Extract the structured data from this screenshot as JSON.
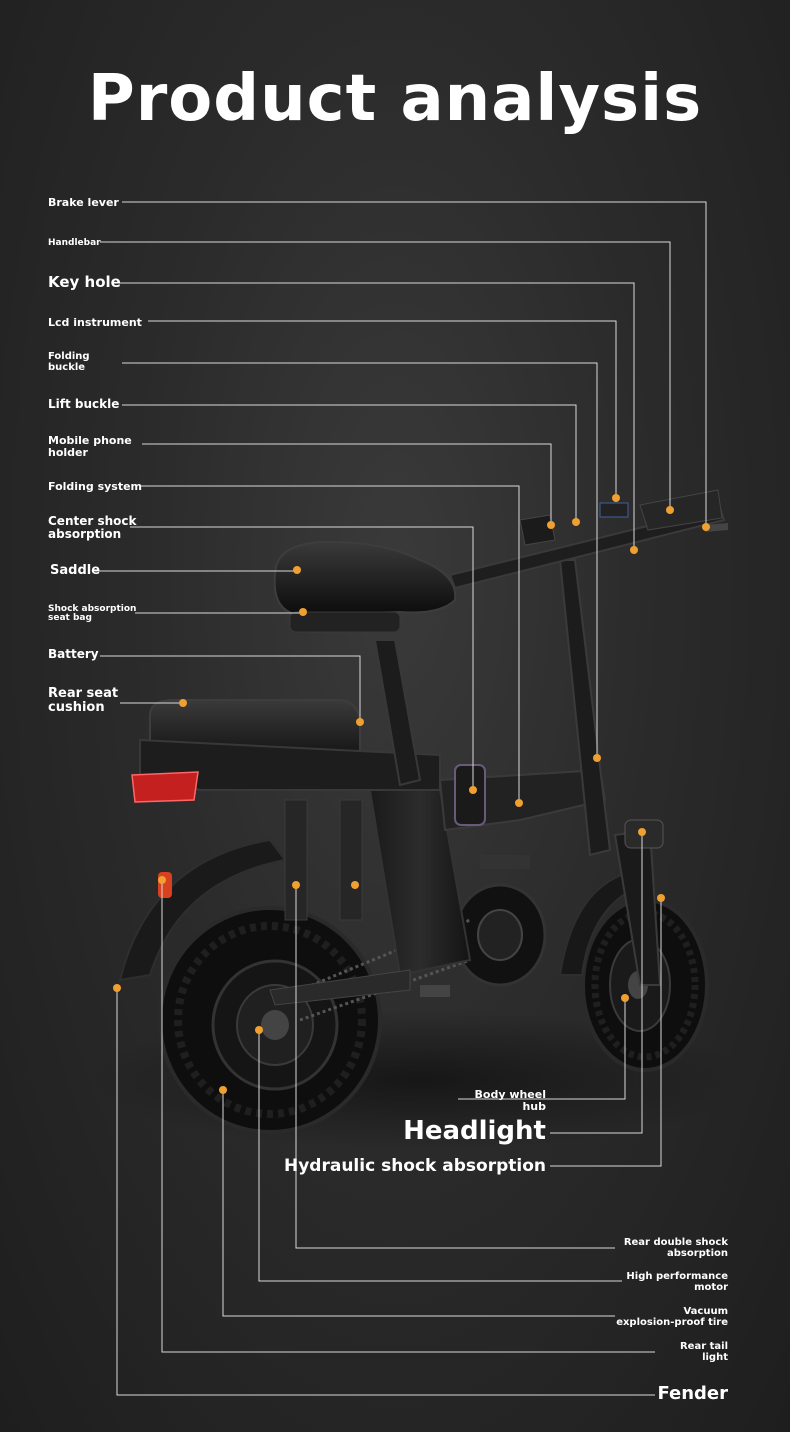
{
  "title": "Product analysis",
  "labels_left": {
    "brake_lever": "Brake lever",
    "handlebar": "Handlebar",
    "key_hole": "Key hole",
    "lcd_instrument": "Lcd instrument",
    "folding_buckle_1": "Folding",
    "folding_buckle_2": "buckle",
    "lift_buckle": "Lift buckle",
    "phone_holder_1": "Mobile phone",
    "phone_holder_2": "holder",
    "folding_system": "Folding system",
    "center_shock_1": "Center shock",
    "center_shock_2": "absorption",
    "saddle": "Saddle",
    "seat_bag_1": "Shock absorption",
    "seat_bag_2": "seat bag",
    "battery": "Battery",
    "rear_seat_1": "Rear seat",
    "rear_seat_2": "cushion"
  },
  "labels_right": {
    "body_wheel_hub_1": "Body wheel",
    "body_wheel_hub_2": "hub",
    "headlight": "Headlight",
    "hydraulic_shock": "Hydraulic shock absorption",
    "rear_double_shock_1": "Rear double shock",
    "rear_double_shock_2": "absorption",
    "motor_1": "High performance",
    "motor_2": "motor",
    "tire_1": "Vacuum",
    "tire_2": "explosion-proof tire",
    "tail_light_1": "Rear tail",
    "tail_light_2": "light",
    "fender": "Fender"
  },
  "colors": {
    "background": "#2b2b2b",
    "callout_line": "#d9d9d9",
    "marker_dot": "#f0a030",
    "text": "#ffffff",
    "tail_light": "#e03030"
  }
}
